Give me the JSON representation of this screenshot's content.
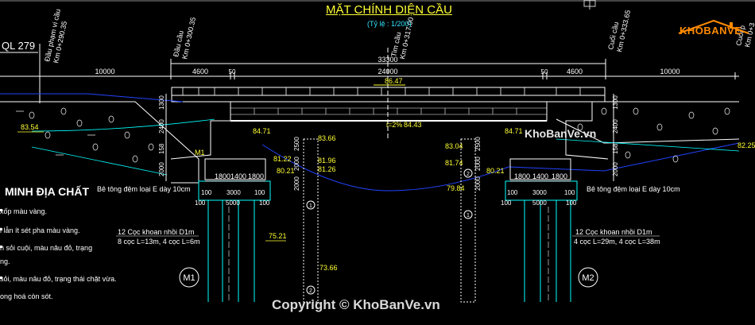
{
  "header": {
    "title": "MẶT CHÍNH DIỆN CẦU",
    "scale": "(Tỷ lệ : 1/200)"
  },
  "logo": {
    "text": "KHOBANVE"
  },
  "watermarks": {
    "mid": "KhoBanVe.vn",
    "copyright": "Copyright © KhoBanVe.vn"
  },
  "road": "QL 279",
  "stations": [
    {
      "name": "Đầu phạm vi cầu",
      "km": "Km 0+290.35"
    },
    {
      "name": "Đầu cầu",
      "km": "Km 0+300.35"
    },
    {
      "name": "Tim cầu",
      "km": "Km 0+317.00"
    },
    {
      "name": "Cuối cầu",
      "km": "Km 0+333.65"
    },
    {
      "name": "Cuối p",
      "km": "Km 0+3"
    }
  ],
  "dimensions": {
    "overall": "33300",
    "top": [
      "10000",
      "4600",
      "50",
      "24000",
      "50",
      "4600",
      "10000"
    ],
    "abutment_left": [
      "1800",
      "1400",
      "1800"
    ],
    "abutment_right": [
      "1800",
      "1400",
      "1800"
    ],
    "footing_left": [
      "100",
      "3000",
      "100",
      "5000",
      "100"
    ],
    "footing_right": [
      "100",
      "3000",
      "100",
      "5000",
      "100"
    ],
    "vertical_left": [
      "1300",
      "2400",
      "158",
      "2000"
    ],
    "vertical_right": [
      "1300",
      "2400",
      "158",
      "2000"
    ],
    "pier_left": [
      "2500",
      "2000",
      "2000"
    ],
    "pier_right": [
      "2500",
      "2000",
      "2000"
    ]
  },
  "elevations": {
    "deck": "86.47",
    "slope": "i=2%",
    "deck_top": "84.43",
    "left_bank": "83.54",
    "left_abut": "84.71",
    "right_abut": "84.71",
    "left_pier_top": "83.66",
    "left_pier_1": "81.96",
    "left_pier_2": "81.26",
    "left_cap_1": "81.22",
    "left_cap_2": "80.21",
    "right_pier_top": "83.04",
    "right_pier_1": "81.74",
    "right_cap": "80.21",
    "right_pier_2": "79.84",
    "right_bank": "82.25",
    "left_pile": "75.21",
    "pile_tip": "73.66"
  },
  "notes": {
    "concrete_left": "Bê tông đệm loại E dày 10cm",
    "concrete_right": "Bê tông đệm loại E dày 10cm",
    "piles_left_1": "12 Cọc khoan nhồi D1m",
    "piles_left_2": "8 cọc L=13m, 4 cọc L=6m",
    "piles_right_1": "12 Cọc khoan nhồi D1m",
    "piles_right_2": "4 cọc L=29m, 4 cọc L=38m"
  },
  "markers": {
    "m1": "M1",
    "m2": "M2",
    "p1": "1",
    "p2": "2"
  },
  "legend": {
    "title": "MINH ĐỊA CHẤT",
    "items": [
      "xốp màu vàng.",
      "i lẫn ít sét pha màu vàng.",
      "n sỏi cuội, màu nâu đỏ, trạng",
      "ng.",
      "sỏi, màu nâu đỏ, trạng thái chặt vừa.",
      "ong hoá còn sót."
    ]
  },
  "colors": {
    "background": "#000000",
    "title": "#ffff33",
    "dimension": "#ffffff",
    "structure": "#00ffff",
    "ground": "#ffffff",
    "water": "#2244ff",
    "elevation": "#ffff33",
    "logo": "#ff8a00"
  }
}
